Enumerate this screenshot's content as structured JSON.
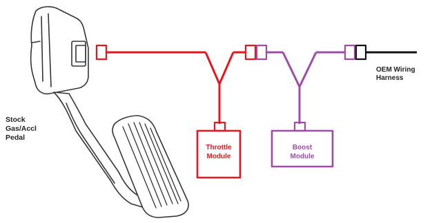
{
  "labels": {
    "pedal": [
      "Stock",
      "Gas/Accl",
      "Pedal"
    ],
    "harness": [
      "OEM Wiring",
      "Harness"
    ],
    "throttle": [
      "Throttle",
      "Module"
    ],
    "boost": [
      "Boost",
      "Module"
    ]
  },
  "colors": {
    "throttle": "#e8141e",
    "boost": "#a04aa8",
    "harness": "#111111",
    "pedal_line": "#333333"
  }
}
